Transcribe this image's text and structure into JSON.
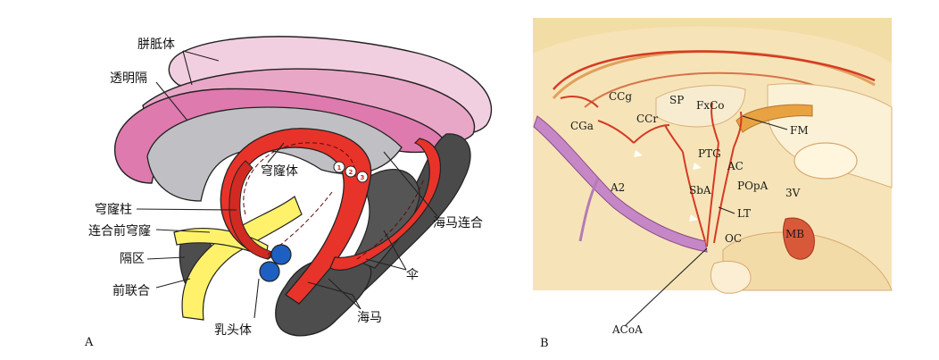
{
  "panel_a": {
    "letter": "A",
    "labels": {
      "corpus_callosum": "胼胝体",
      "septum_pellucidum": "透明隔",
      "fornix": "穹窿体",
      "fornix_column": "穹窿柱",
      "precommissural_fornix": "连合前穹窿",
      "septal_area": "隔区",
      "anterior_commissure": "前联合",
      "mammillary_body": "乳头体",
      "hippocampus": "海马",
      "fimbria": "伞",
      "hippocampal_commissure": "海马连合"
    },
    "numbers": [
      "1",
      "2",
      "3"
    ]
  },
  "panel_b": {
    "letter": "B",
    "labels": {
      "ccg": "CCg",
      "sp": "SP",
      "fxco": "FxCo",
      "cga": "CGa",
      "ccr": "CCr",
      "fm": "FM",
      "ptg": "PTG",
      "ac": "AC",
      "a2": "A2",
      "sba": "SbA",
      "popa": "POpA",
      "v3": "3V",
      "lt": "LT",
      "oc": "OC",
      "mb": "MB",
      "acoa": "ACoA"
    }
  }
}
